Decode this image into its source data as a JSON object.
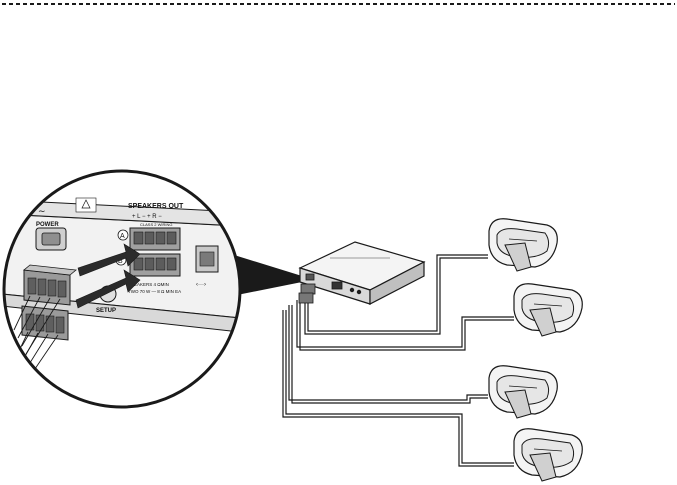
{
  "header": {
    "rule_style": "dashed"
  },
  "inset": {
    "power_label": "POWER",
    "speakers_out_label": "SPEAKERS OUT",
    "polarity_label": "+ L −  + R −",
    "channel_a": "A",
    "channel_b": "B",
    "class_label": "CLASS 2 WIRING",
    "setup_label": "SETUP",
    "model_note_line1": "SPEAKERS 4 ΩMIN",
    "model_note_line2": "TWO 70 W — 8 Ω MIN EA"
  },
  "amplifier": {
    "icon": "amplifier-icon"
  },
  "speakers": [
    {
      "icon": "speaker-icon"
    },
    {
      "icon": "speaker-icon"
    },
    {
      "icon": "speaker-icon"
    },
    {
      "icon": "speaker-icon"
    }
  ],
  "colors": {
    "line": "#1a1a1a",
    "fill_light": "#f2f2f2",
    "fill_mid": "#d9d9d9",
    "fill_dark": "#9a9a9a",
    "arrow": "#2b2b2b"
  }
}
